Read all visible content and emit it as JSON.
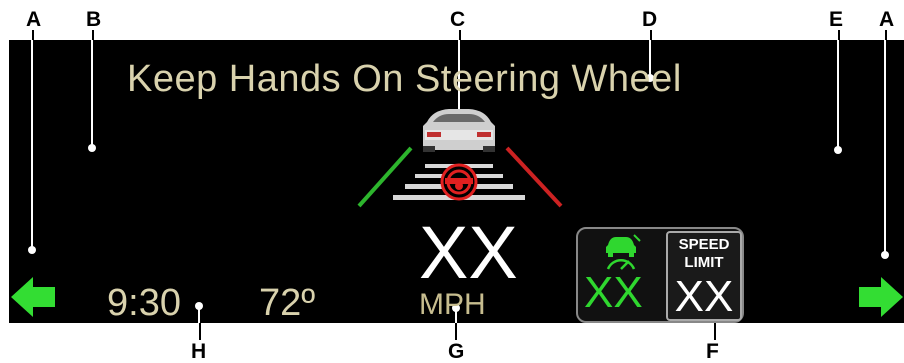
{
  "callouts": {
    "a_left": "A",
    "b": "B",
    "c": "C",
    "d": "D",
    "e": "E",
    "a_right": "A",
    "h": "H",
    "g": "G",
    "f": "F"
  },
  "display": {
    "message": "Keep Hands On Steering Wheel",
    "speed_value": "XX",
    "speed_unit": "MPH",
    "time": "9:30",
    "temperature": "72º",
    "acc_set_speed": "XX",
    "speed_limit_label_line1": "SPEED",
    "speed_limit_label_line2": "LIMIT",
    "speed_limit_value": "XX"
  },
  "icons": [
    "left-turn-arrow-icon",
    "right-turn-arrow-icon",
    "lead-vehicle-icon",
    "steering-wheel-icon",
    "adaptive-cruise-icon"
  ],
  "colors": {
    "background": "#000000",
    "message_text": "#d9d2ad",
    "turn_arrow": "#33dd33",
    "acc_value": "#2fd72f",
    "lane_left": "#2db52d",
    "lane_right": "#cc2222",
    "steering_wheel": "#e02020"
  }
}
